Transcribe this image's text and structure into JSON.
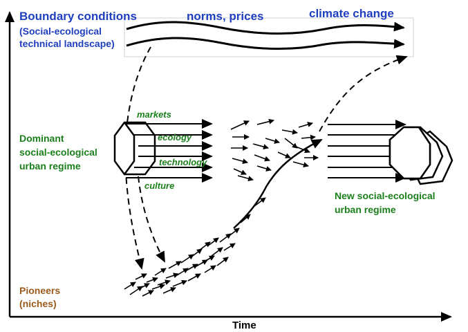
{
  "labels": {
    "boundary_title": "Boundary conditions",
    "boundary_sub_1": "(Social-ecological",
    "boundary_sub_2": "technical landscape)",
    "norms_prices": "norms, prices",
    "climate_change": "climate change",
    "dominant_1": "Dominant",
    "dominant_2": "social-ecological",
    "dominant_3": "urban regime",
    "markets": "markets",
    "ecology": "ecology",
    "technology": "technology",
    "culture": "culture",
    "new_regime_1": "New social-ecological",
    "new_regime_2": "urban regime",
    "pioneers_1": "Pioneers",
    "pioneers_2": "(niches)",
    "x_axis": "Time"
  },
  "colors": {
    "landscape_text": "#1f3fbf",
    "regime_text": "#1b7f1b",
    "pioneer_text": "#9a5a1a",
    "lines": "#000000"
  }
}
